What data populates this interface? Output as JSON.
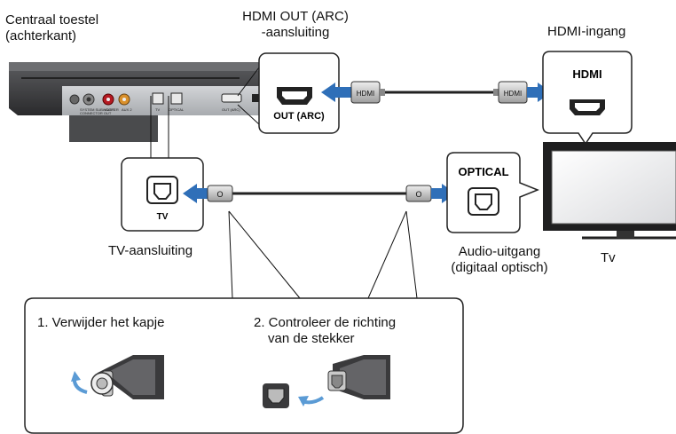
{
  "labels": {
    "main_unit": [
      "Centraal toestel",
      "(achterkant)"
    ],
    "hdmi_out_connector": [
      "HDMI OUT (ARC)",
      "-aansluiting"
    ],
    "hdmi_input": "HDMI-ingang",
    "tv_connector": "TV-aansluiting",
    "audio_output": [
      "Audio-uitgang",
      "(digitaal optisch)"
    ],
    "tv": "Tv"
  },
  "port_labels": {
    "out_arc": "OUT (ARC)",
    "hdmi": "HDMI",
    "optical": "OPTICAL",
    "tv": "TV",
    "cable_hdmi": "HDMI",
    "device_ports": [
      "SYSTEM SUBWOOFER",
      "CONNECTOR OUT",
      "AUX 1",
      "AUX 2",
      "TV",
      "OPTICAL",
      "OUT (ARC)"
    ]
  },
  "steps": [
    "1. Verwijder het kapje",
    "2. Controleer de richting",
    "van de stekker"
  ],
  "colors": {
    "arrow_blue": "#2f6fb8",
    "device_dark": "#3d3d3f",
    "device_panel": "#bdbfc2",
    "port_red": "#b51a22",
    "port_orange": "#d9902b"
  }
}
